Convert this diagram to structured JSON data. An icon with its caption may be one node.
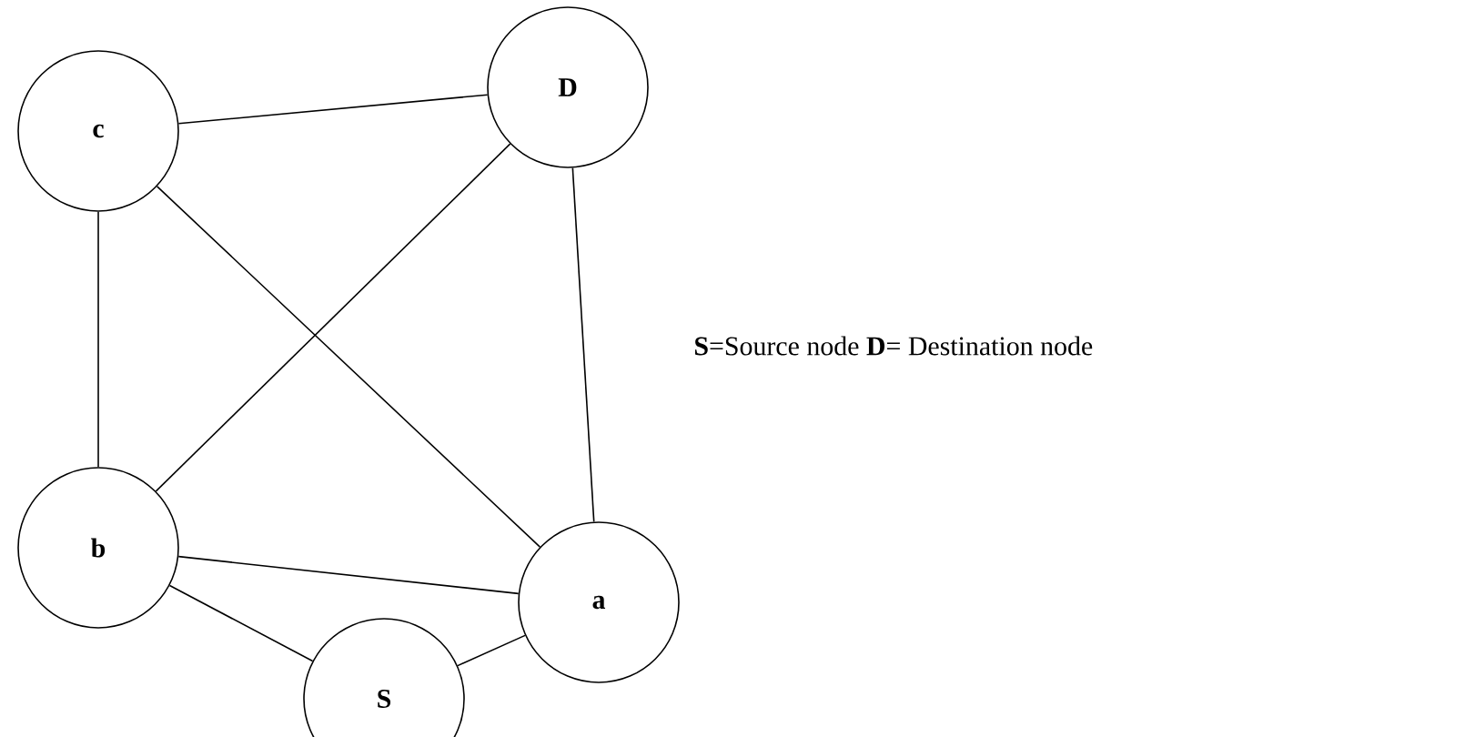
{
  "diagram": {
    "nodes": [
      {
        "text": [
          "c"
        ]
      },
      {
        "text": [
          "D"
        ]
      },
      {
        "text": [
          "b"
        ]
      },
      {
        "text": [
          "a"
        ]
      },
      {
        "text": [
          "S"
        ]
      }
    ],
    "edges": [
      {
        "from": 0,
        "to": 1,
        "arrow": "none"
      },
      {
        "from": 0,
        "to": 2,
        "arrow": "none"
      },
      {
        "from": 0,
        "to": 3,
        "arrow": "none"
      },
      {
        "from": 1,
        "to": 2,
        "arrow": "none"
      },
      {
        "from": 1,
        "to": 3,
        "arrow": "none"
      },
      {
        "from": 2,
        "to": 3,
        "arrow": "none"
      },
      {
        "from": 2,
        "to": 4,
        "arrow": "none"
      },
      {
        "from": 3,
        "to": 4,
        "arrow": "none"
      }
    ],
    "labels": [
      "**S**=Source node **D**= Destination node"
    ]
  }
}
